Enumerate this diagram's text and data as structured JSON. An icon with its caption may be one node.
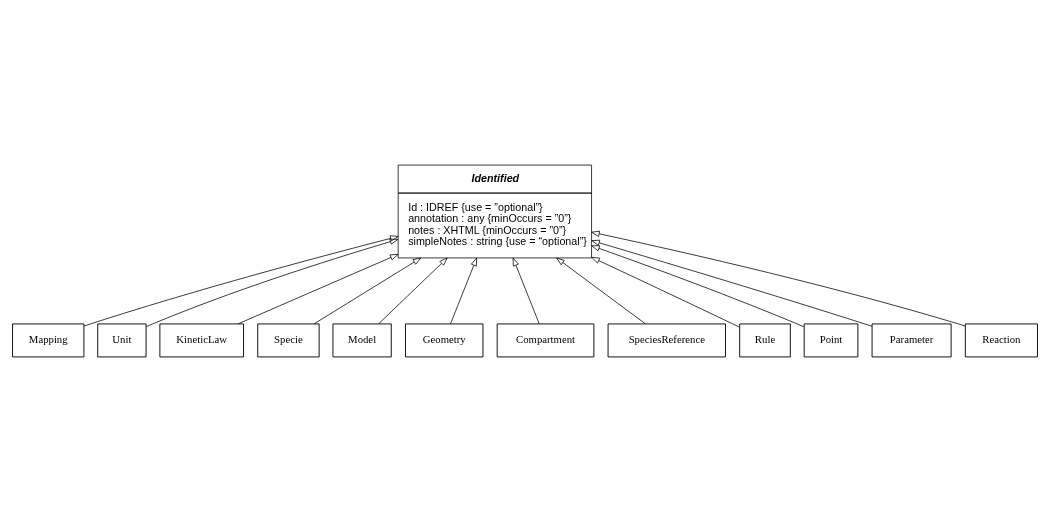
{
  "diagram": {
    "nodes": [
      {
        "text": [
          "Identified",
          "Id : IDREF {use = ”optional”}",
          "annotation : any {minOccurs = ”0”}",
          "notes : XHTML {minOccurs = ”0”}",
          "simpleNotes : string {use = “optional”}"
        ]
      },
      {
        "text": [
          "Mapping"
        ]
      },
      {
        "text": [
          "Unit"
        ]
      },
      {
        "text": [
          "KineticLaw"
        ]
      },
      {
        "text": [
          "Specie"
        ]
      },
      {
        "text": [
          "Model"
        ]
      },
      {
        "text": [
          "Geometry"
        ]
      },
      {
        "text": [
          "Compartment"
        ]
      },
      {
        "text": [
          "SpeciesReference"
        ]
      },
      {
        "text": [
          "Rule"
        ]
      },
      {
        "text": [
          "Point"
        ]
      },
      {
        "text": [
          "Parameter"
        ]
      },
      {
        "text": [
          "Reaction"
        ]
      }
    ],
    "edges": [
      {
        "from": 1,
        "to": 0,
        "arrow": "to"
      },
      {
        "from": 2,
        "to": 0,
        "arrow": "to"
      },
      {
        "from": 3,
        "to": 0,
        "arrow": "to"
      },
      {
        "from": 4,
        "to": 0,
        "arrow": "to"
      },
      {
        "from": 5,
        "to": 0,
        "arrow": "to"
      },
      {
        "from": 6,
        "to": 0,
        "arrow": "to"
      },
      {
        "from": 7,
        "to": 0,
        "arrow": "to"
      },
      {
        "from": 8,
        "to": 0,
        "arrow": "to"
      },
      {
        "from": 9,
        "to": 0,
        "arrow": "to"
      },
      {
        "from": 10,
        "to": 0,
        "arrow": "to"
      },
      {
        "from": 11,
        "to": 0,
        "arrow": "to"
      },
      {
        "from": 12,
        "to": 0,
        "arrow": "to"
      }
    ]
  }
}
